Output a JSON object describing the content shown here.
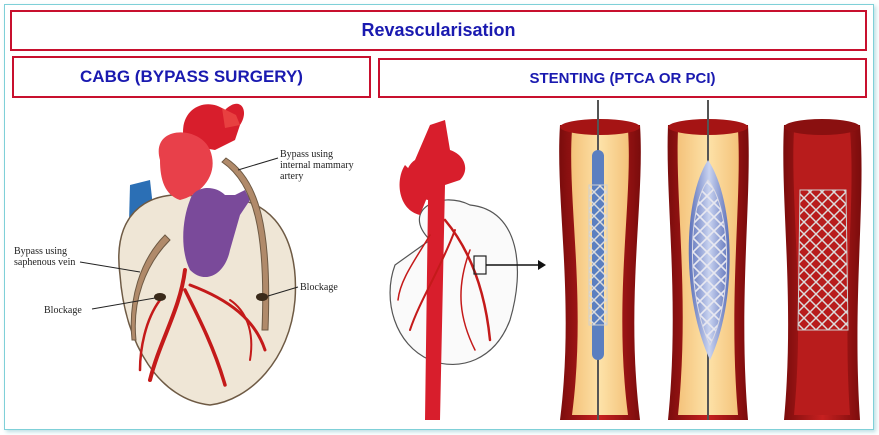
{
  "header": {
    "title": "Revascularisation"
  },
  "cabg": {
    "heading": "CABG (BYPASS SURGERY)",
    "labels": {
      "mammary": [
        "Bypass using",
        "internal mammary",
        "artery"
      ],
      "saphenous": [
        "Bypass using",
        "saphenous vein"
      ],
      "blockage_left": "Blockage",
      "blockage_right": "Blockage"
    }
  },
  "stenting": {
    "heading": "STENTING (PTCA OR PCI)"
  },
  "colors": {
    "border_red": "#c8102e",
    "title_blue": "#1a1ab0",
    "artery_red": "#c41a1a",
    "vein_blue": "#2b6fb5",
    "purple": "#7a4a9a",
    "heart_tissue": "#efe6d6",
    "graft_tan": "#b08a6a"
  }
}
